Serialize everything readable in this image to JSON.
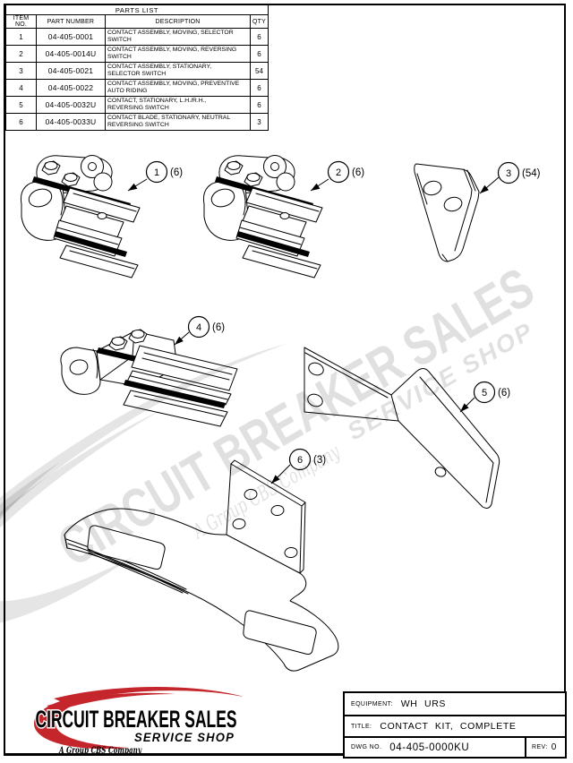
{
  "parts_list": {
    "title": "PARTS LIST",
    "headers": [
      "ITEM NO.",
      "PART NUMBER",
      "DESCRIPTION",
      "QTY"
    ],
    "rows": [
      {
        "item": "1",
        "part_number": "04-405-0001",
        "description": "CONTACT ASSEMBLY, MOVING, SELECTOR\nSWITCH",
        "qty": "6"
      },
      {
        "item": "2",
        "part_number": "04-405-0014U",
        "description": "CONTACT ASSEMBLY, MOVING, REVERSING\nSWITCH",
        "qty": "6"
      },
      {
        "item": "3",
        "part_number": "04-405-0021",
        "description": "CONTACT ASSEMBLY, STATIONARY,\nSELECTOR SWITCH",
        "qty": "54"
      },
      {
        "item": "4",
        "part_number": "04-405-0022",
        "description": "CONTACT ASSEMBLY, MOVING, PREVENTIVE\nAUTO RIDING",
        "qty": "6"
      },
      {
        "item": "5",
        "part_number": "04-405-0032U",
        "description": "CONTACT, STATIONARY, L.H./R.H.,\nREVERSING SWITCH",
        "qty": "6"
      },
      {
        "item": "6",
        "part_number": "04-405-0033U",
        "description": "CONTACT BLADE, STATIONARY, NEUTRAL\nREVERSING SWITCH",
        "qty": "3"
      }
    ]
  },
  "callouts": [
    {
      "number": "1",
      "qty_note": "(6)"
    },
    {
      "number": "2",
      "qty_note": "(6)"
    },
    {
      "number": "3",
      "qty_note": "(54)"
    },
    {
      "number": "4",
      "qty_note": "(6)"
    },
    {
      "number": "5",
      "qty_note": "(6)"
    },
    {
      "number": "6",
      "qty_note": "(3)"
    }
  ],
  "watermark": {
    "line1": "CIRCUIT BREAKER SALES",
    "line2": "SERVICE SHOP",
    "line3": "A Group CBS Company"
  },
  "logo": {
    "line1": "CIRCUIT BREAKER SALES",
    "line2": "SERVICE SHOP",
    "line3": "A Group CBS Company",
    "red": "#c5262c"
  },
  "title_block": {
    "equipment_label": "EQUIPMENT:",
    "equipment_value": "WH URS",
    "title_label": "TITLE:",
    "title_value": "CONTACT KIT, COMPLETE",
    "dwg_label": "DWG NO.",
    "dwg_value": "04-405-0000KU",
    "rev_label": "REV:",
    "rev_value": "0"
  }
}
